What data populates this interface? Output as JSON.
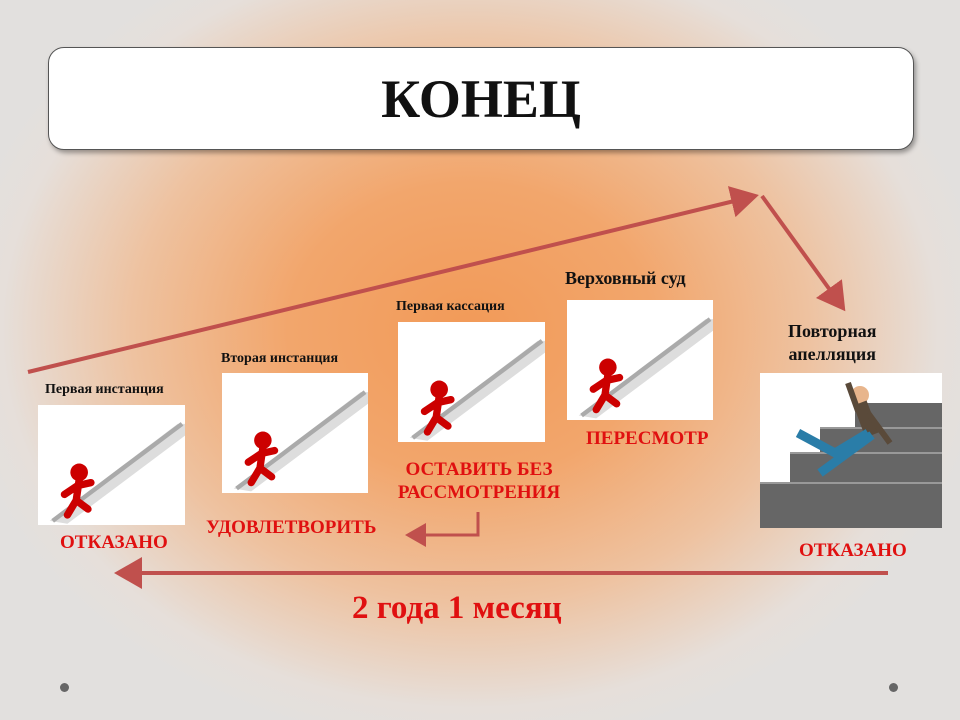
{
  "title": "КОНЕЦ",
  "stages": [
    {
      "label": "Первая инстанция",
      "result": "ОТКАЗАНО"
    },
    {
      "label": "Вторая  инстанция",
      "result": "УДОВЛЕТВОРИТЬ"
    },
    {
      "label": "Первая кассация",
      "result_line1": "ОСТАВИТЬ БЕЗ",
      "result_line2": "РАССМОТРЕНИЯ"
    },
    {
      "label": "Верховный суд",
      "result": "ПЕРЕСМОТР"
    },
    {
      "label_line1": "Повторная",
      "label_line2": "апелляция",
      "result": "ОТКАЗАНО"
    }
  ],
  "duration": "2 года 1 месяц",
  "colors": {
    "arrow": "#c0504d",
    "result_text": "#e01010"
  }
}
